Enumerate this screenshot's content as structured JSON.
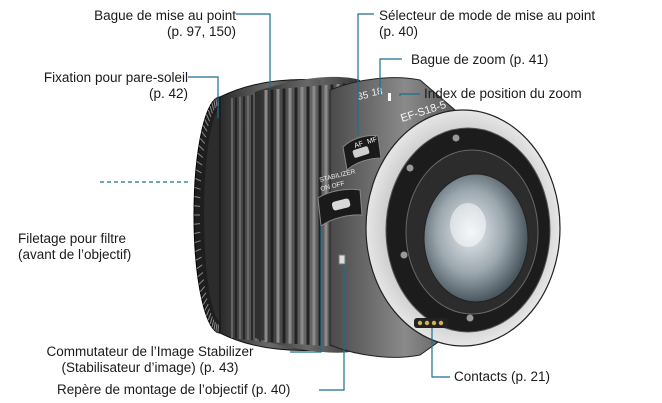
{
  "labels": {
    "focus_ring": [
      "Bague de mise au point",
      "(p. 97, 150)"
    ],
    "hood_mount": [
      "Fixation pour pare-soleil",
      "(p. 42)"
    ],
    "filter_thread": [
      "Filetage pour filtre",
      "(avant de l’objectif)"
    ],
    "focus_mode_switch": [
      "Sélecteur de mode de mise au point",
      "(p. 40)"
    ],
    "zoom_ring": [
      "Bague de zoom (p. 41)"
    ],
    "zoom_index": [
      "Index de position du zoom"
    ],
    "stabilizer_switch": [
      "Commutateur de l’Image Stabilizer",
      "(Stabilisateur d’image) (p. 43)"
    ],
    "mount_index": [
      "Repère de montage de l’objectif (p. 40)"
    ],
    "contacts": [
      "Contacts (p. 21)"
    ]
  },
  "lens_markings": {
    "af_mf": "AF MF",
    "stabilizer": "STABILIZER",
    "on_off": "ON  OFF",
    "focal": "18",
    "model": "EF-S18-5",
    "scale_mark": "35"
  },
  "colors": {
    "leader": "#1a6f8f",
    "text": "#1a1a1a",
    "lens_body": "#3a3a3a",
    "lens_dark": "#111111"
  }
}
